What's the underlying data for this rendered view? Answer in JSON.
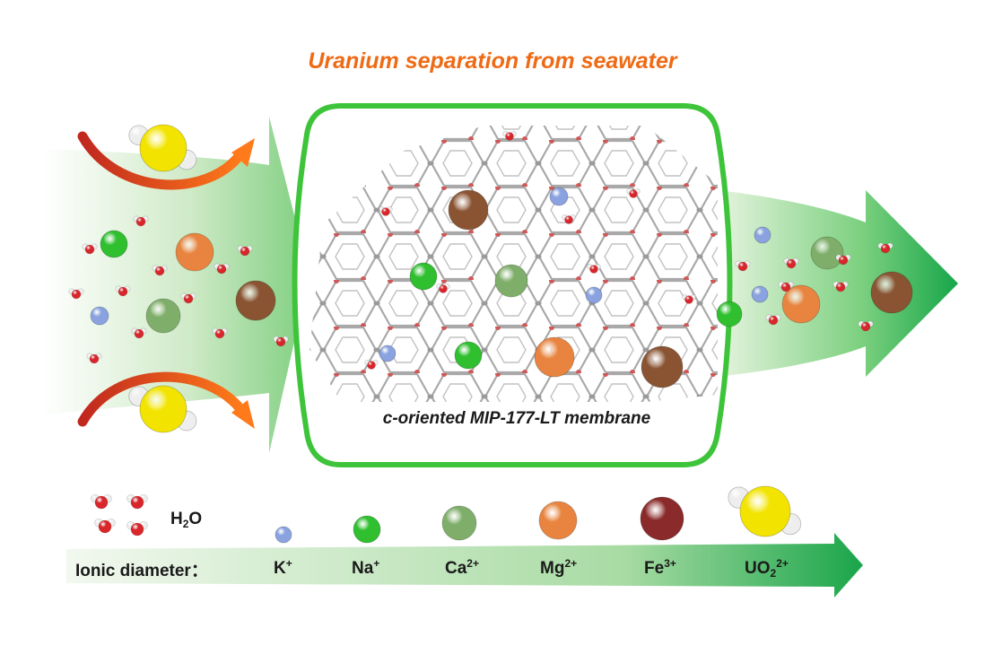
{
  "title": "Uranium separation from seawater",
  "membrane_label": "c-oriented MIP-177-LT membrane",
  "legend": {
    "h2o": {
      "base": "H",
      "sub": "2",
      "tail": "O"
    },
    "axis_label": "Ionic diameter：",
    "ions": [
      {
        "id": "k",
        "base": "K",
        "sub": "",
        "sup": "+"
      },
      {
        "id": "na",
        "base": "Na",
        "sub": "",
        "sup": "+"
      },
      {
        "id": "ca",
        "base": "Ca",
        "sub": "",
        "sup": "2+"
      },
      {
        "id": "mg",
        "base": "Mg",
        "sub": "",
        "sup": "2+"
      },
      {
        "id": "fe",
        "base": "Fe",
        "sub": "",
        "sup": "3+"
      },
      {
        "id": "uo2",
        "base": "UO",
        "sub": "2",
        "sup": "2+"
      }
    ]
  },
  "colors": {
    "title": "#ef6a14",
    "membrane_border": "#3ec43a",
    "arrow_green": "#29a84a",
    "k": "#8aa3e0",
    "na": "#2fbf2f",
    "ca": "#7fae6a",
    "mg": "#e8843f",
    "fe": "#8a2a2a",
    "uo2": "#f2e400",
    "brown": "#8a5433"
  }
}
